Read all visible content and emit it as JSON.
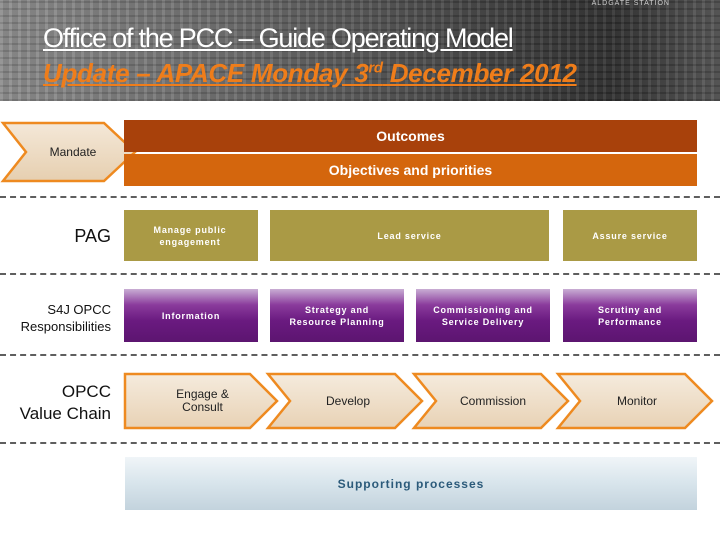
{
  "header": {
    "station_sign": "ALDGATE STATION",
    "title_line1": "Office of the PCC – Guide Operating Model",
    "title_line2_main": "Update – APACE Monday 3",
    "title_line2_sup": "rd",
    "title_line2_end": " December 2012"
  },
  "mandate": {
    "label": "Mandate"
  },
  "outcomes": {
    "label": "Outcomes"
  },
  "objectives": {
    "label": "Objectives and priorities"
  },
  "pag": {
    "row_label": "PAG",
    "items": [
      "Manage public engagement",
      "Lead service",
      "Assure service"
    ]
  },
  "s4j": {
    "row_label_line1": "S4J OPCC",
    "row_label_line2": "Responsibilities",
    "items": [
      "Information",
      "Strategy and Resource Planning",
      "Commissioning and Service Delivery",
      "Scrutiny and Performance"
    ]
  },
  "value_chain": {
    "row_label_line1": "OPCC",
    "row_label_line2": "Value Chain",
    "steps": [
      "Engage & Consult",
      "Develop",
      "Commission",
      "Monitor"
    ]
  },
  "supporting": {
    "label": "Supporting processes"
  },
  "colors": {
    "outcomes": "#a8410b",
    "objectives": "#d4660d",
    "pag": "#aa9a45",
    "s4j": "#6a1a80",
    "chevron_fill": "#eeddc6",
    "chevron_border": "#ee8a20"
  }
}
